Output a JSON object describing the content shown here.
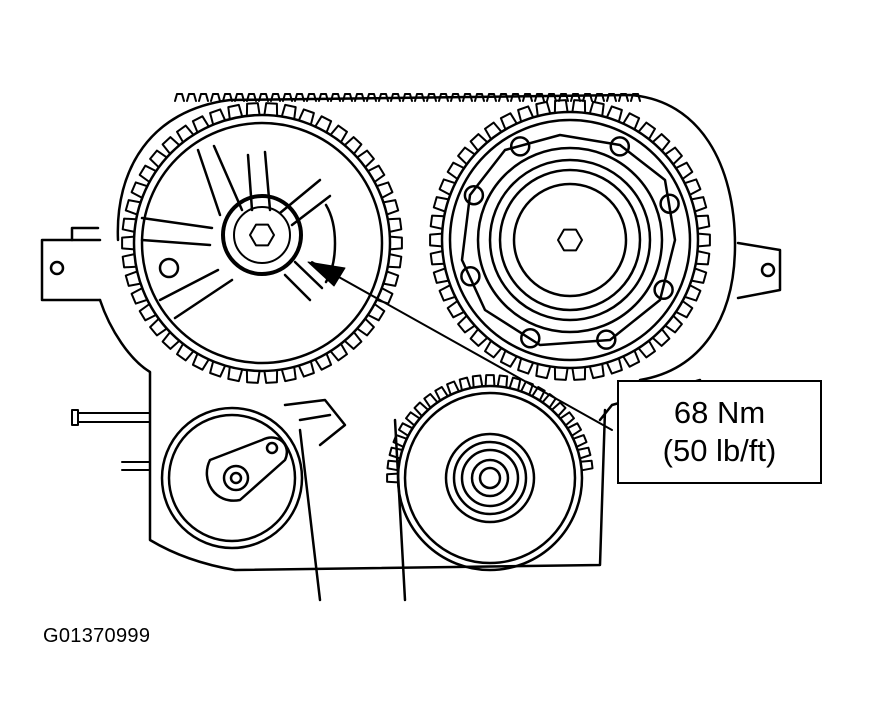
{
  "figure": {
    "id_label": "G01370999"
  },
  "callout": {
    "torque_metric": "68 Nm",
    "torque_imperial": "(50 lb/ft)"
  },
  "colors": {
    "ink": "#000000",
    "paper": "#ffffff"
  },
  "icons": {
    "arrow": "arrow-pointer-icon",
    "bolt": "hex-bolt-icon"
  }
}
